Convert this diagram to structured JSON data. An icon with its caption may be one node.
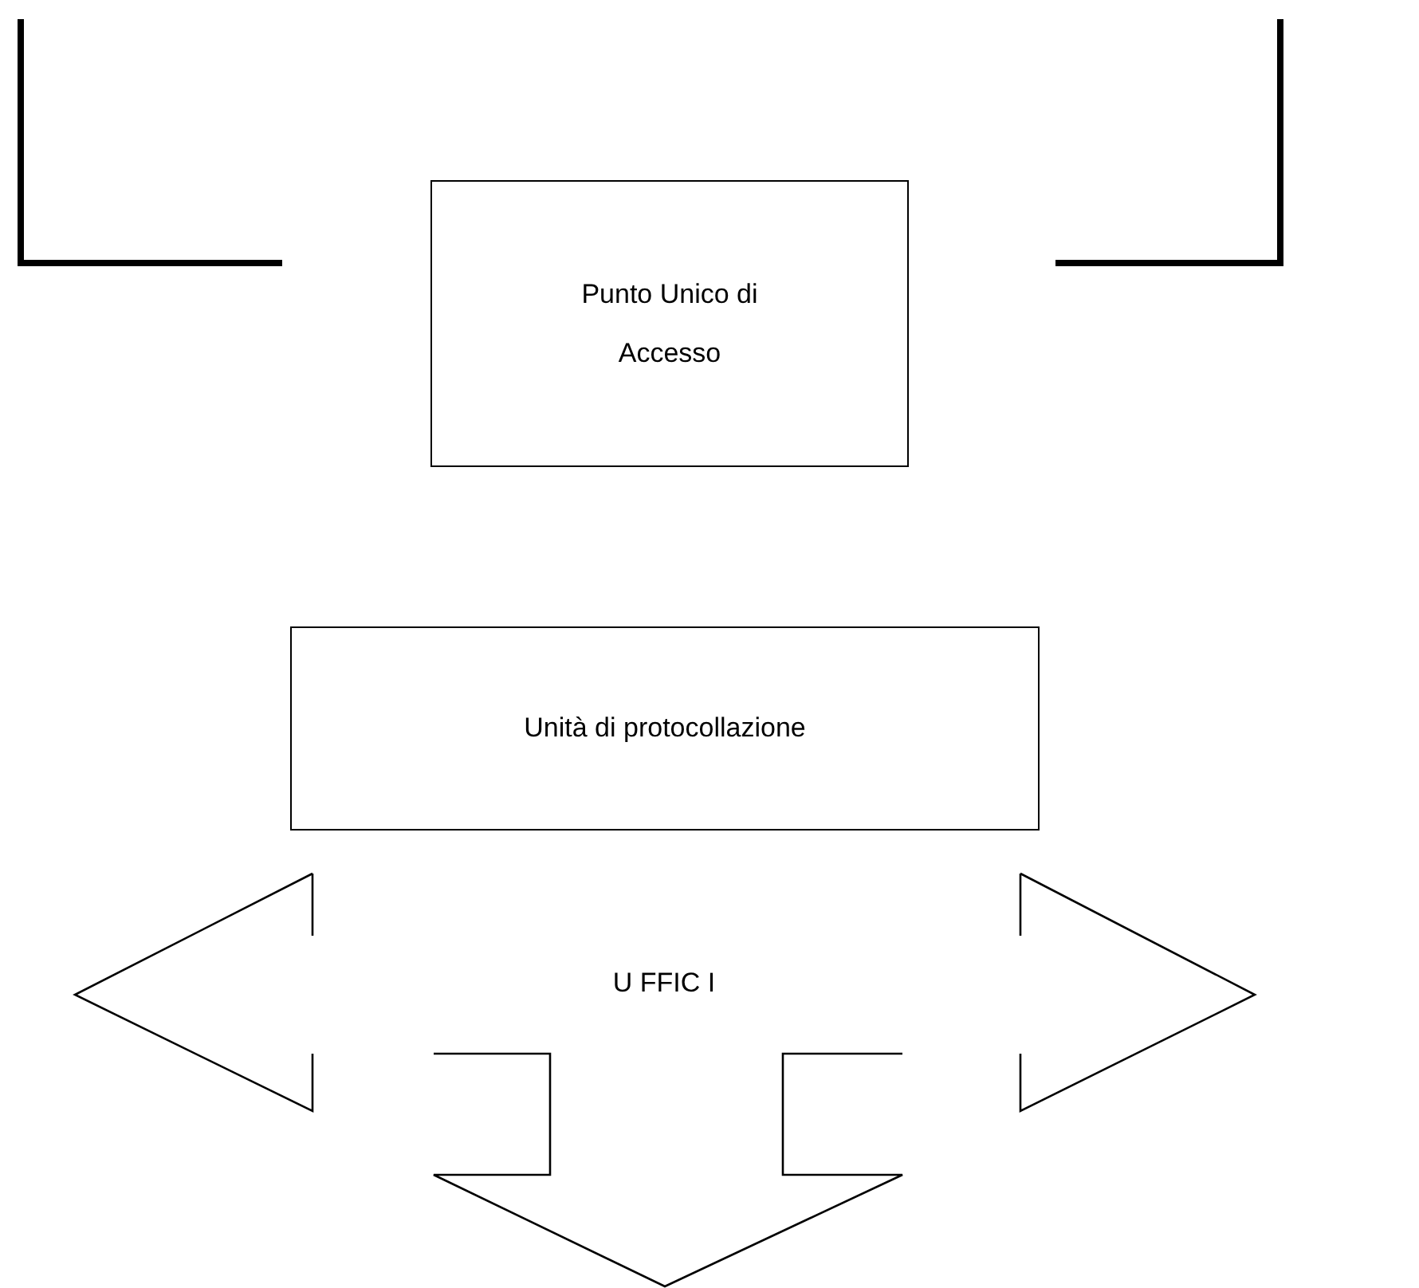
{
  "diagram": {
    "nodes": [
      {
        "text": [
          "Punto Unico di Accesso"
        ]
      },
      {
        "text": [
          "Unità di protocollazione"
        ]
      },
      {
        "text": [
          "U FFIC I"
        ]
      }
    ]
  }
}
